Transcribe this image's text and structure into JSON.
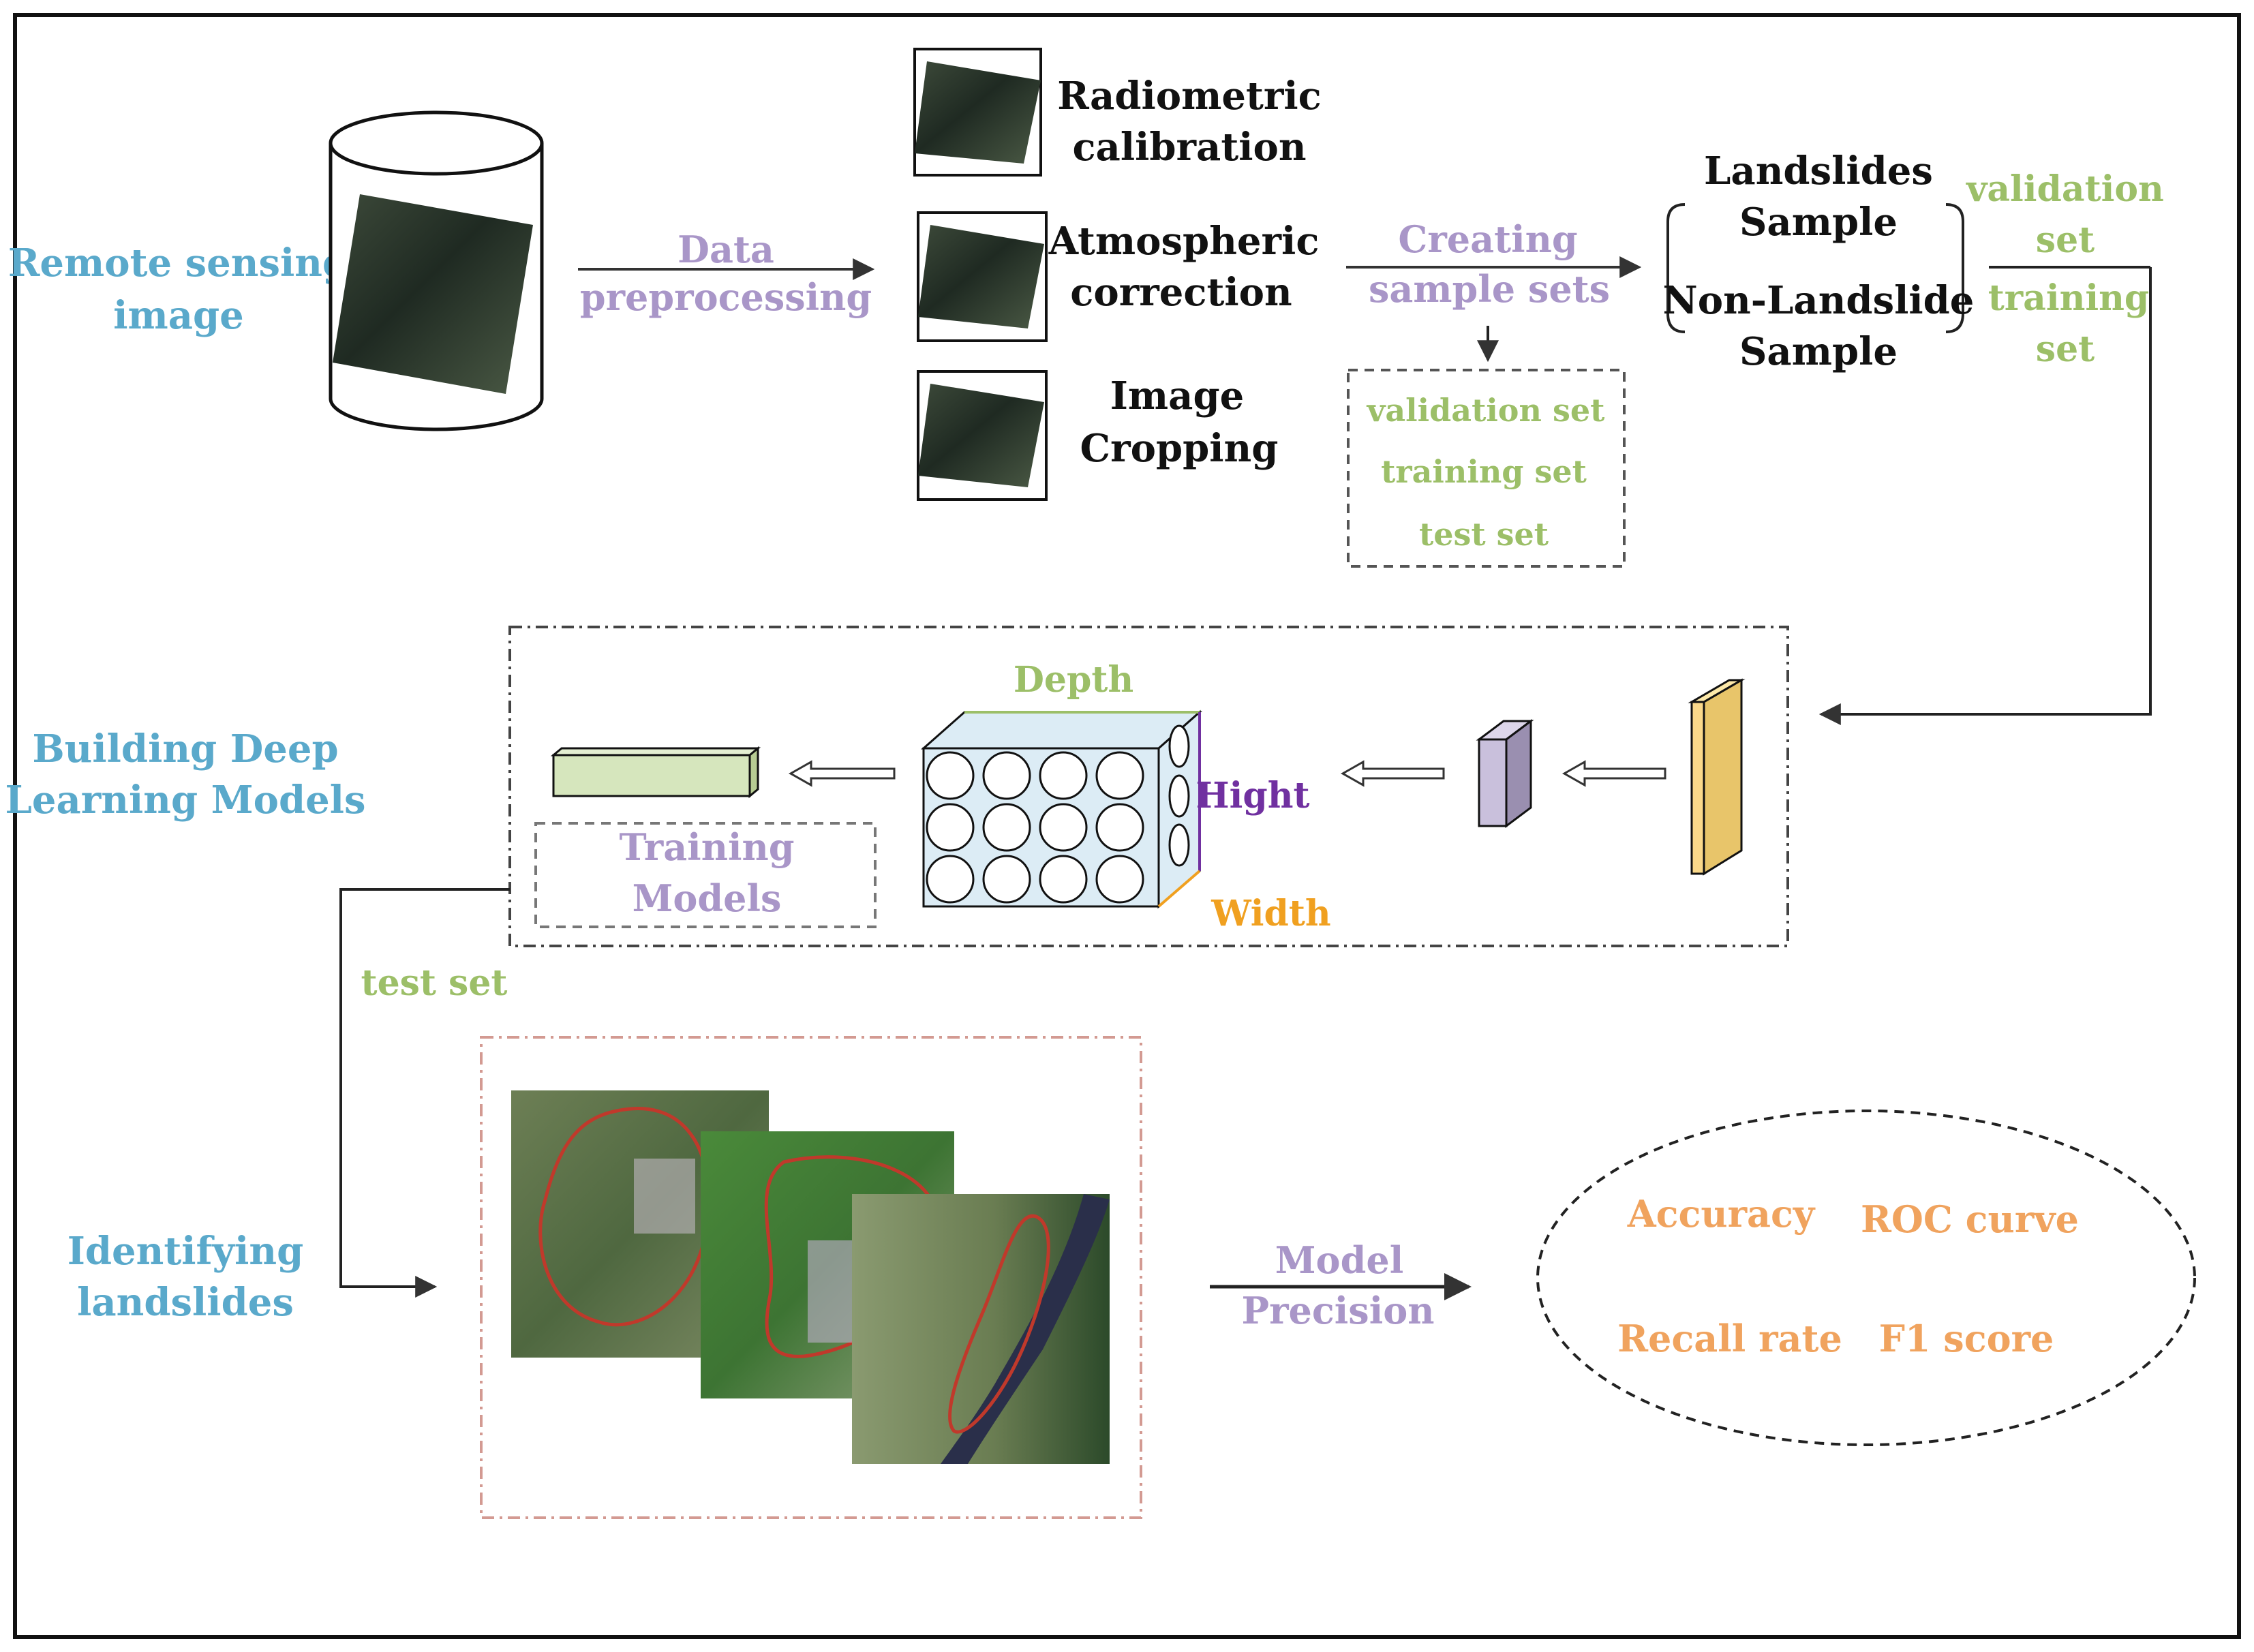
{
  "colors": {
    "blue": "#5aa9cb",
    "purple": "#a996c8",
    "green": "#9cbf68",
    "orange": "#f0a35e",
    "black": "#111111",
    "violet": "#7030a0",
    "gold": "#f0a020",
    "dark_red": "#d39a92"
  },
  "stage_input": {
    "label_line1": "Remote sensing",
    "label_line2": "image"
  },
  "preprocessing": {
    "arrow_line1": "Data",
    "arrow_line2": "preprocessing",
    "steps": [
      {
        "line1": "Radiometric",
        "line2": "calibration"
      },
      {
        "line1": "Atmospheric",
        "line2": "correction"
      },
      {
        "line1": "Image",
        "line2": "Cropping"
      }
    ]
  },
  "samples": {
    "arrow_line1": "Creating",
    "arrow_line2": "sample sets",
    "split_sets": [
      "validation set",
      "training set",
      "test set"
    ],
    "landslides_line1": "Landslides",
    "landslides_line2": "Sample",
    "nonlandslide_line1": "Non-Landslide",
    "nonlandslide_line2": "Sample",
    "side_validation_line1": "validation",
    "side_validation_line2": "set",
    "side_training_line1": "training",
    "side_training_line2": "set"
  },
  "model": {
    "label_line1": "Building Deep",
    "label_line2": "Learning Models",
    "depth": "Depth",
    "hight": "Hight",
    "width": "Width",
    "training_line1": "Training",
    "training_line2": "Models"
  },
  "test_set_label": "test set",
  "identify": {
    "label_line1": "Identifying",
    "label_line2": "landslides",
    "precision_line1": "Model",
    "precision_line2": "Precision"
  },
  "metrics": [
    "Accuracy",
    "ROC curve",
    "Recall rate",
    "F1 score"
  ]
}
